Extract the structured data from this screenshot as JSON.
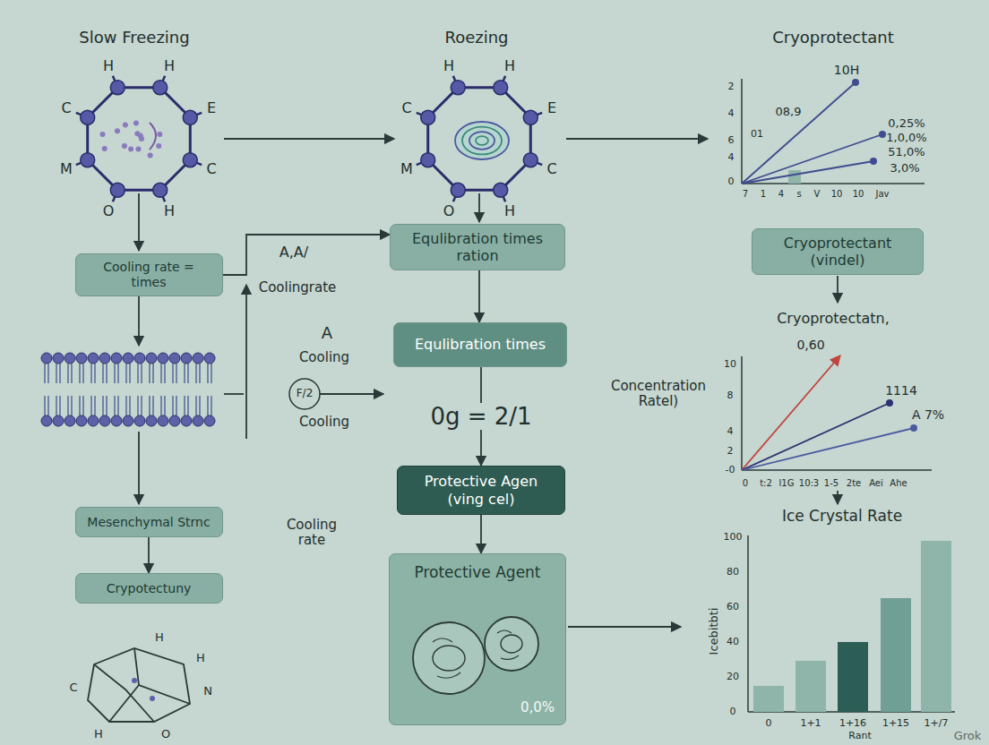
{
  "diagram": {
    "nodes": [
      {
        "text": [
          "Cooling rate = times"
        ]
      },
      {
        "text": [
          "Mesenchymal Strnc"
        ]
      },
      {
        "text": [
          "Crypotectuny"
        ]
      },
      {
        "text": [
          "Equlibration times ration"
        ]
      },
      {
        "text": [
          "Equlibration times"
        ]
      },
      {
        "text": [
          "Protective Agen (ving cel)"
        ]
      },
      {
        "text": [
          "Protective Agent",
          "0,0%"
        ]
      },
      {
        "text": [
          "Cryoprotectant (vindel)"
        ]
      }
    ],
    "edges": [
      {
        "from": 0,
        "to": 3,
        "arrow": "to"
      },
      {
        "from": 1,
        "to": 2,
        "arrow": "to"
      },
      {
        "from": 3,
        "to": 4,
        "arrow": "to"
      },
      {
        "from": 4,
        "to": 5,
        "arrow": "to",
        "label": "0g = 2/1"
      },
      {
        "from": 5,
        "to": 6,
        "arrow": "to"
      }
    ],
    "labels": [
      "Slow Freezing",
      "Roezing",
      "Cryoprotectant",
      "H",
      "H",
      "C",
      "M",
      "E",
      "C",
      "O",
      "H",
      "H",
      "H",
      "C",
      "M",
      "E",
      "C",
      "O",
      "H",
      "2",
      "4",
      "6",
      "4",
      "0",
      "10H",
      "0,25%",
      "1,0,0%",
      "51,0%",
      "3,0%",
      "08,9",
      "01",
      "7",
      "1",
      "4",
      "s",
      "V",
      "10",
      "10",
      "Jav",
      "A,A/",
      "Coolingrate",
      "A",
      "Cooling",
      "F/2",
      "Cooling",
      "Cooling rate",
      "Cryoprotectatn,",
      "Concentration Ratel)",
      "10",
      "8",
      "4",
      "2",
      "-0",
      "0,60",
      "1114",
      "A 7%",
      "0",
      "t:2",
      "l1G",
      "10:3",
      "1-5",
      "2te",
      "Aei",
      "Ahe",
      "Ice Crystal Rate",
      "100",
      "80",
      "60",
      "40",
      "20",
      "0",
      "Icebitbti",
      "0",
      "1+1",
      "1+16",
      "1+15",
      "1+/7",
      "Rant",
      "H",
      "H",
      "C",
      "N",
      "H",
      "O",
      "Grok"
    ]
  }
}
